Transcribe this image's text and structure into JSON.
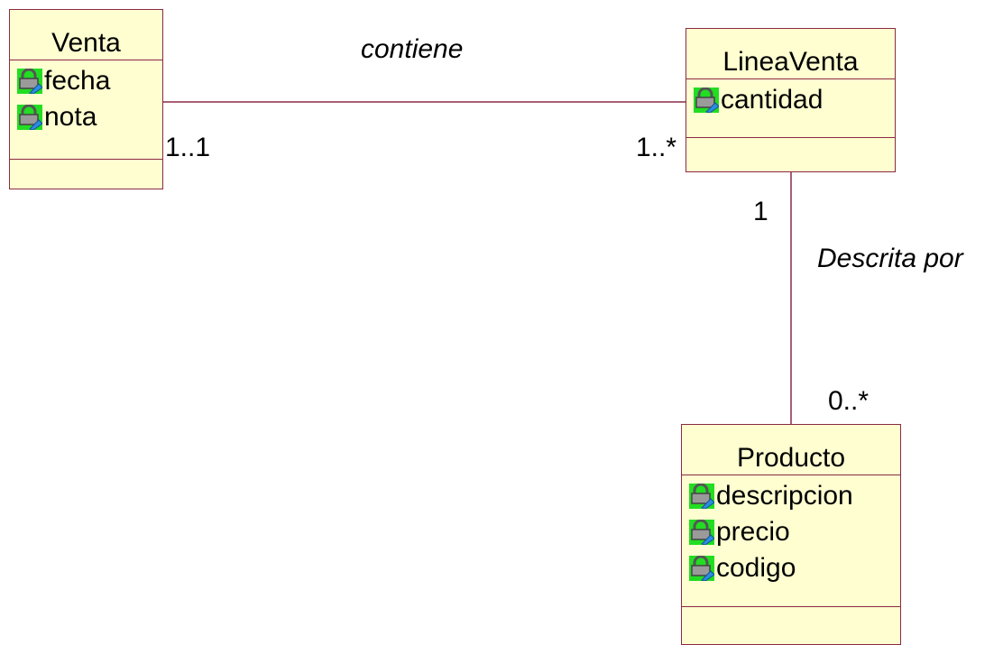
{
  "diagram": {
    "classes": {
      "venta": {
        "name": "Venta",
        "attributes": [
          "fecha",
          "nota"
        ]
      },
      "lineaventa": {
        "name": "LineaVenta",
        "attributes": [
          "cantidad"
        ]
      },
      "producto": {
        "name": "Producto",
        "attributes": [
          "descripcion",
          "precio",
          "codigo"
        ]
      }
    },
    "associations": {
      "contiene": {
        "label": "contiene",
        "venta_multiplicity": "1..1",
        "lineaventa_multiplicity": "1..*"
      },
      "descrita": {
        "label": "Descrita por",
        "lineaventa_multiplicity": "1",
        "producto_multiplicity": "0..*"
      }
    },
    "colors": {
      "class_fill": "#fefed0",
      "class_border": "#8b2a45",
      "icon_background": "#22dd22",
      "line": "#8b2a45"
    },
    "attribute_icon": "private-attribute-lock-icon"
  }
}
